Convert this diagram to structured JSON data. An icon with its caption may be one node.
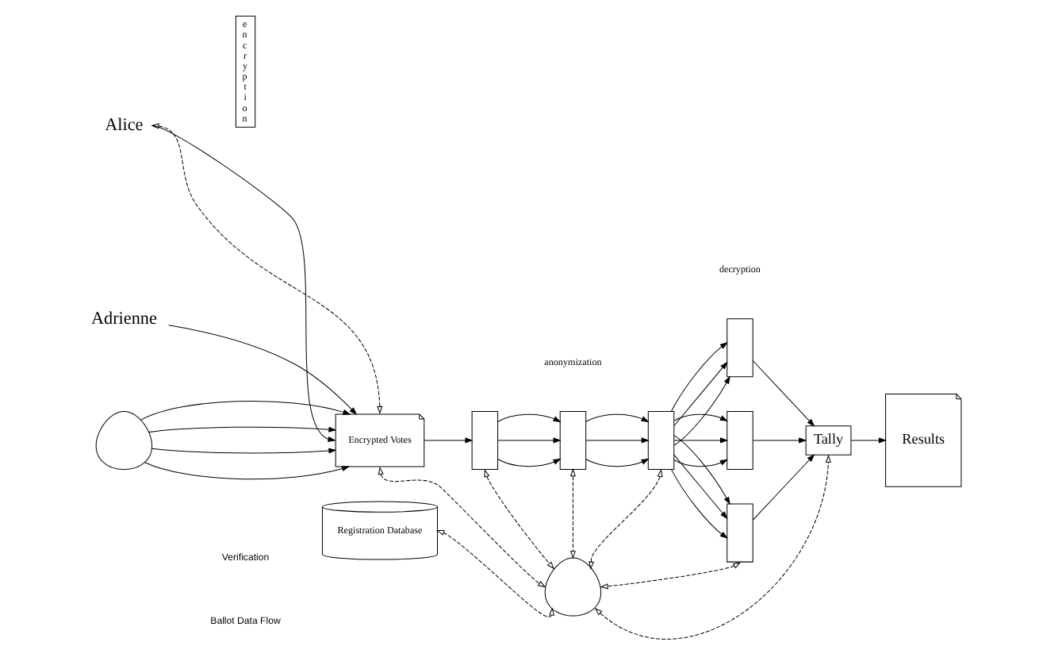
{
  "diagram": {
    "nodes": [
      {
        "text": [
          "Alice"
        ]
      },
      {
        "text": [
          "Adrienne"
        ]
      },
      {
        "text": [],
        "shape": "person"
      },
      {
        "text": [
          "encryption"
        ]
      },
      {
        "text": [
          "Encrypted Votes"
        ]
      },
      {
        "text": [],
        "shape": "box"
      },
      {
        "text": [],
        "shape": "box"
      },
      {
        "text": [],
        "shape": "box"
      },
      {
        "text": [],
        "shape": "box"
      },
      {
        "text": [],
        "shape": "box"
      },
      {
        "text": [],
        "shape": "box"
      },
      {
        "text": [],
        "shape": "person"
      },
      {
        "text": [
          "Registration Database"
        ]
      },
      {
        "text": [
          "Tally"
        ]
      },
      {
        "text": [
          "Results"
        ]
      }
    ],
    "edges": [
      {
        "from": 4,
        "to": 0,
        "arrow": "both",
        "style": "dashed"
      },
      {
        "from": 0,
        "to": 4,
        "arrow": "to"
      },
      {
        "from": 1,
        "to": 4,
        "arrow": "to"
      },
      {
        "from": 2,
        "to": 4,
        "arrow": "to"
      },
      {
        "from": 2,
        "to": 4,
        "arrow": "to"
      },
      {
        "from": 2,
        "to": 4,
        "arrow": "to"
      },
      {
        "from": 2,
        "to": 4,
        "arrow": "to"
      },
      {
        "from": 4,
        "to": 5,
        "arrow": "to"
      },
      {
        "from": 5,
        "to": 6,
        "arrow": "to"
      },
      {
        "from": 5,
        "to": 6,
        "arrow": "to"
      },
      {
        "from": 5,
        "to": 6,
        "arrow": "to"
      },
      {
        "from": 6,
        "to": 7,
        "arrow": "to"
      },
      {
        "from": 6,
        "to": 7,
        "arrow": "to"
      },
      {
        "from": 6,
        "to": 7,
        "arrow": "to"
      },
      {
        "from": 7,
        "to": 8,
        "arrow": "to"
      },
      {
        "from": 7,
        "to": 8,
        "arrow": "to"
      },
      {
        "from": 7,
        "to": 8,
        "arrow": "to"
      },
      {
        "from": 7,
        "to": 9,
        "arrow": "to"
      },
      {
        "from": 7,
        "to": 9,
        "arrow": "to"
      },
      {
        "from": 7,
        "to": 9,
        "arrow": "to"
      },
      {
        "from": 7,
        "to": 10,
        "arrow": "to"
      },
      {
        "from": 7,
        "to": 10,
        "arrow": "to"
      },
      {
        "from": 7,
        "to": 10,
        "arrow": "to"
      },
      {
        "from": 8,
        "to": 13,
        "arrow": "to"
      },
      {
        "from": 9,
        "to": 13,
        "arrow": "to"
      },
      {
        "from": 10,
        "to": 13,
        "arrow": "to"
      },
      {
        "from": 13,
        "to": 14,
        "arrow": "to"
      },
      {
        "from": 4,
        "to": 11,
        "arrow": "both",
        "style": "dashed"
      },
      {
        "from": 5,
        "to": 11,
        "arrow": "both",
        "style": "dashed"
      },
      {
        "from": 6,
        "to": 11,
        "arrow": "both",
        "style": "dashed"
      },
      {
        "from": 7,
        "to": 11,
        "arrow": "both",
        "style": "dashed"
      },
      {
        "from": 10,
        "to": 11,
        "arrow": "both",
        "style": "dashed"
      },
      {
        "from": 11,
        "to": 13,
        "arrow": "both",
        "style": "dashed"
      },
      {
        "from": 11,
        "to": 12,
        "arrow": "both",
        "style": "dashed"
      }
    ],
    "labels": [
      "anonymization",
      "decryption"
    ],
    "legend": [
      {
        "text": "Verification"
      },
      {
        "text": "Ballot Data Flow"
      }
    ]
  }
}
